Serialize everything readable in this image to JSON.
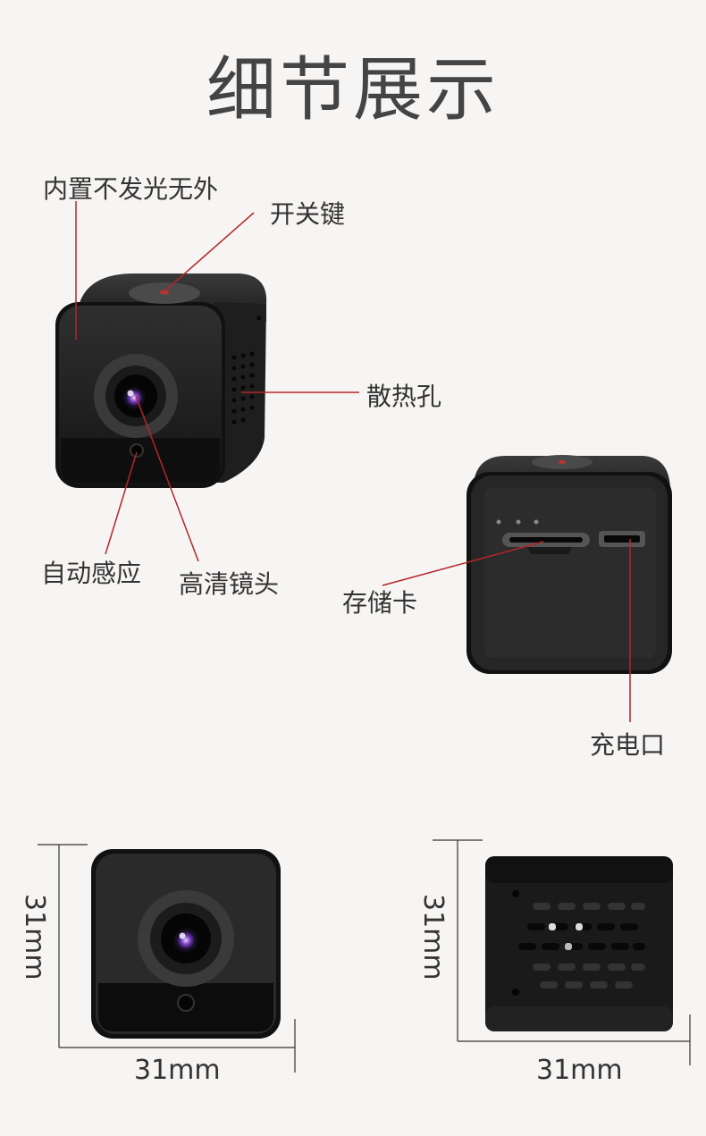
{
  "title": "细节展示",
  "labels": {
    "no_light_ir": "内置不发光无外",
    "power_key": "开关键",
    "vents": "散热孔",
    "auto_sensing": "自动感应",
    "hd_lens": "高清镜头",
    "memory_card": "存储卡",
    "charging_port": "充电口"
  },
  "dimensions": {
    "front_width": "31mm",
    "front_height": "31mm",
    "side_width": "31mm",
    "side_height": "31mm"
  },
  "colors": {
    "accent_line": "#b3262a",
    "device": "#222222",
    "background": "#f7f5f3"
  }
}
